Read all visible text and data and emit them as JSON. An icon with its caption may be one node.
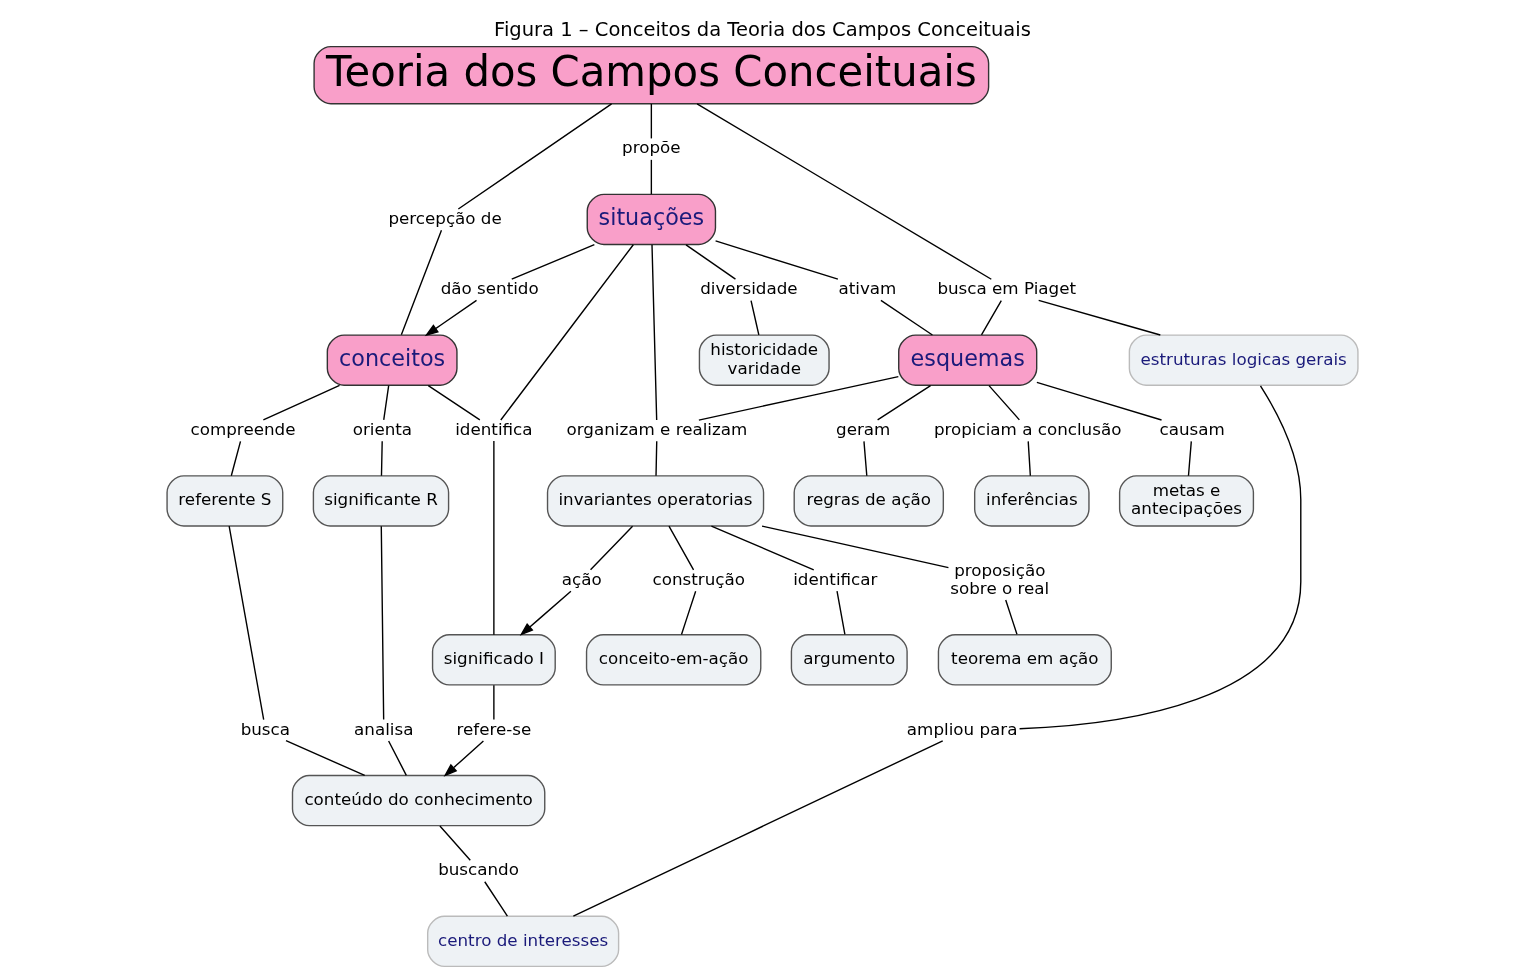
{
  "diagram": {
    "title": "Figura 1 – Conceitos da Teoria dos Campos Conceituais",
    "nodes": [
      {
        "text": [
          "Teoria dos Campos Conceituais"
        ]
      },
      {
        "text": [
          "percepção de"
        ]
      },
      {
        "text": [
          "propõe"
        ]
      },
      {
        "text": [
          "busca em Piaget"
        ]
      },
      {
        "text": [
          "estruturas logicas gerais"
        ]
      },
      {
        "text": [
          "conceitos"
        ]
      },
      {
        "text": [
          "dão sentido"
        ]
      },
      {
        "text": [
          "situações"
        ]
      },
      {
        "text": [
          "ativam"
        ]
      },
      {
        "text": [
          "esquemas"
        ]
      },
      {
        "text": [
          "geram"
        ]
      },
      {
        "text": [
          "orienta"
        ]
      },
      {
        "text": [
          "compreende"
        ]
      },
      {
        "text": [
          "identifica"
        ]
      },
      {
        "text": [
          "diversidade"
        ]
      },
      {
        "text": [
          "organizam e realizam"
        ]
      },
      {
        "text": [
          "propiciam a conclusão"
        ]
      },
      {
        "text": [
          "causam"
        ]
      },
      {
        "text": [
          "significante R"
        ]
      },
      {
        "text": [
          "referente S"
        ]
      },
      {
        "text": [
          "significado I"
        ]
      },
      {
        "text": [
          "historicidade varidade"
        ]
      },
      {
        "text": [
          "inferências"
        ]
      },
      {
        "text": [
          "metas e antecipações"
        ]
      },
      {
        "text": [
          "regras de ação"
        ]
      },
      {
        "text": [
          "ação"
        ]
      },
      {
        "text": [
          "invariantes operatorias"
        ]
      },
      {
        "text": [
          "analisa"
        ]
      },
      {
        "text": [
          "busca"
        ]
      },
      {
        "text": [
          "proposição sobre o real"
        ]
      },
      {
        "text": [
          "construção"
        ]
      },
      {
        "text": [
          "identificar"
        ]
      },
      {
        "text": [
          "teorema em ação"
        ]
      },
      {
        "text": [
          "conceito-em-ação"
        ]
      },
      {
        "text": [
          "argumento"
        ]
      },
      {
        "text": [
          "conteúdo do conhecimento"
        ]
      },
      {
        "text": [
          "refere-se"
        ]
      },
      {
        "text": [
          "buscando"
        ]
      },
      {
        "text": [
          "centro de interesses"
        ]
      },
      {
        "text": [
          "ampliou para"
        ]
      }
    ],
    "edges": [
      {
        "from": 0,
        "to": 1,
        "arrow": "none"
      },
      {
        "from": 1,
        "to": 5,
        "arrow": "none"
      },
      {
        "from": 0,
        "to": 2,
        "arrow": "none"
      },
      {
        "from": 2,
        "to": 7,
        "arrow": "none"
      },
      {
        "from": 0,
        "to": 3,
        "arrow": "none"
      },
      {
        "from": 3,
        "to": 4,
        "arrow": "none"
      },
      {
        "from": 3,
        "to": 9,
        "arrow": "none"
      },
      {
        "from": 7,
        "to": 6,
        "arrow": "none"
      },
      {
        "from": 6,
        "to": 5,
        "arrow": "to"
      },
      {
        "from": 7,
        "to": 8,
        "arrow": "none"
      },
      {
        "from": 8,
        "to": 9,
        "arrow": "none"
      },
      {
        "from": 9,
        "to": 10,
        "arrow": "none"
      },
      {
        "from": 10,
        "to": 24,
        "arrow": "none"
      },
      {
        "from": 5,
        "to": 11,
        "arrow": "none"
      },
      {
        "from": 11,
        "to": 18,
        "arrow": "none"
      },
      {
        "from": 5,
        "to": 12,
        "arrow": "none"
      },
      {
        "from": 12,
        "to": 19,
        "arrow": "none"
      },
      {
        "from": 5,
        "to": 13,
        "arrow": "none"
      },
      {
        "from": 7,
        "to": 13,
        "arrow": "none"
      },
      {
        "from": 13,
        "to": 20,
        "arrow": "none"
      },
      {
        "from": 7,
        "to": 14,
        "arrow": "none"
      },
      {
        "from": 14,
        "to": 21,
        "arrow": "none"
      },
      {
        "from": 7,
        "to": 15,
        "arrow": "none"
      },
      {
        "from": 9,
        "to": 15,
        "arrow": "none"
      },
      {
        "from": 15,
        "to": 26,
        "arrow": "none"
      },
      {
        "from": 9,
        "to": 16,
        "arrow": "none"
      },
      {
        "from": 16,
        "to": 22,
        "arrow": "none"
      },
      {
        "from": 9,
        "to": 17,
        "arrow": "none"
      },
      {
        "from": 17,
        "to": 23,
        "arrow": "none"
      },
      {
        "from": 26,
        "to": 25,
        "arrow": "none"
      },
      {
        "from": 25,
        "to": 20,
        "arrow": "to"
      },
      {
        "from": 26,
        "to": 29,
        "arrow": "none"
      },
      {
        "from": 29,
        "to": 32,
        "arrow": "none"
      },
      {
        "from": 26,
        "to": 30,
        "arrow": "none"
      },
      {
        "from": 30,
        "to": 33,
        "arrow": "none"
      },
      {
        "from": 26,
        "to": 31,
        "arrow": "none"
      },
      {
        "from": 31,
        "to": 34,
        "arrow": "none"
      },
      {
        "from": 18,
        "to": 27,
        "arrow": "none"
      },
      {
        "from": 27,
        "to": 35,
        "arrow": "none"
      },
      {
        "from": 19,
        "to": 28,
        "arrow": "none"
      },
      {
        "from": 28,
        "to": 35,
        "arrow": "none"
      },
      {
        "from": 20,
        "to": 36,
        "arrow": "none"
      },
      {
        "from": 36,
        "to": 35,
        "arrow": "to"
      },
      {
        "from": 35,
        "to": 37,
        "arrow": "none"
      },
      {
        "from": 37,
        "to": 38,
        "arrow": "none"
      },
      {
        "from": 4,
        "to": 39,
        "arrow": "none"
      },
      {
        "from": 39,
        "to": 38,
        "arrow": "none"
      }
    ]
  }
}
